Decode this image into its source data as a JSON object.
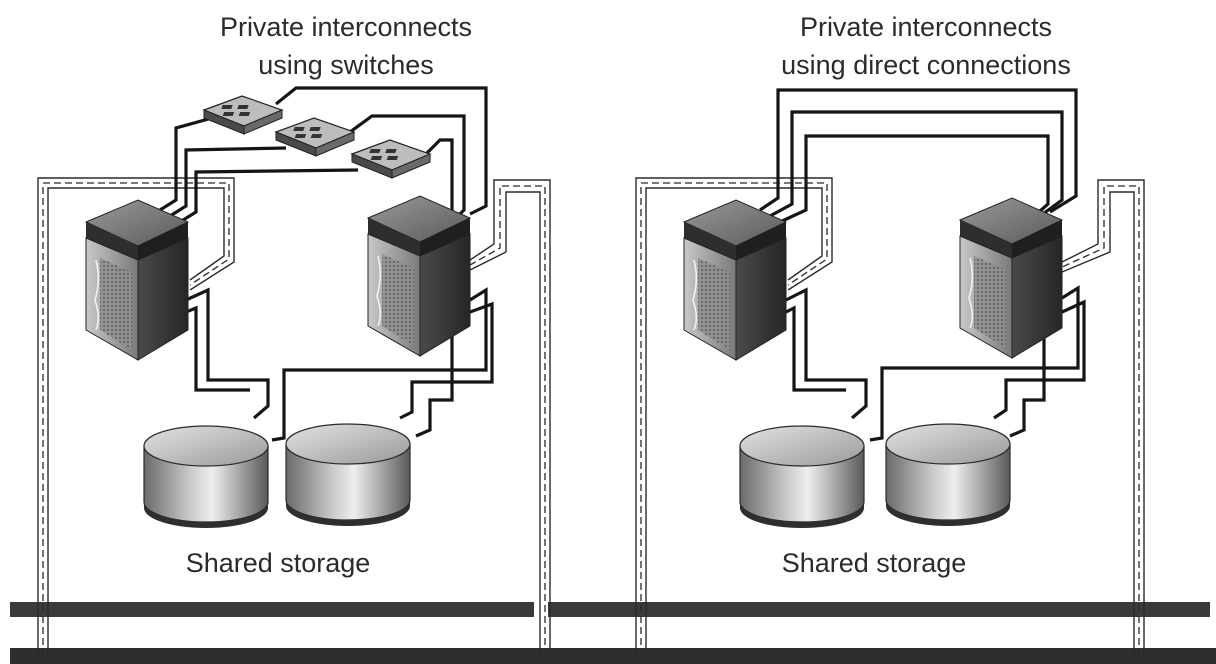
{
  "panels": [
    {
      "id": "switches",
      "title_line1": "Private interconnects",
      "title_line2": "using switches",
      "storage_label": "Shared storage"
    },
    {
      "id": "direct",
      "title_line1": "Private interconnects",
      "title_line2": "using direct connections",
      "storage_label": "Shared storage"
    }
  ]
}
